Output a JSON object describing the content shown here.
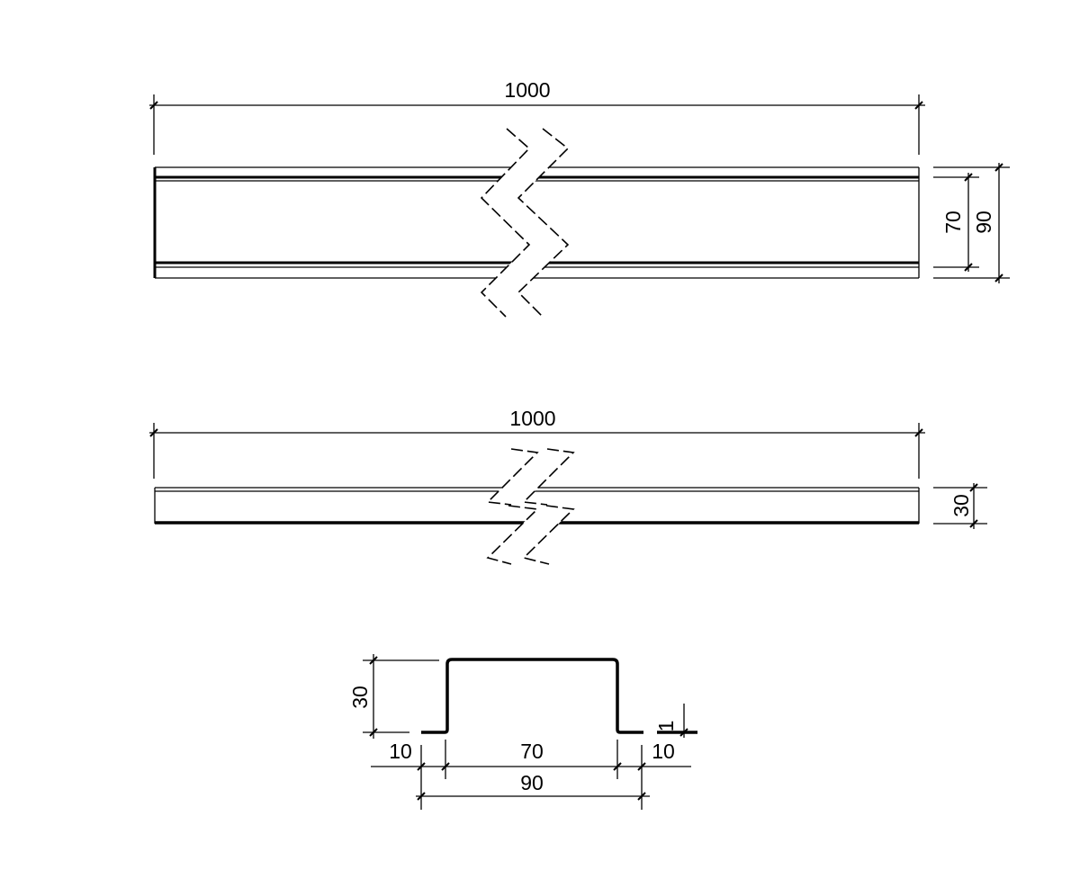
{
  "drawing": {
    "top_view": {
      "length_label": "1000",
      "inner_width_label": "70",
      "outer_width_label": "90"
    },
    "side_view": {
      "length_label": "1000",
      "height_label": "30"
    },
    "section": {
      "height_label": "30",
      "thickness_label": "1",
      "left_flange_label": "10",
      "web_label": "70",
      "right_flange_label": "10",
      "total_width_label": "90"
    }
  }
}
